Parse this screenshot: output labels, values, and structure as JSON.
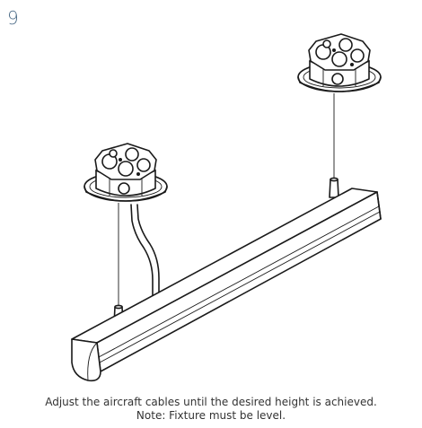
{
  "step": {
    "number": "9"
  },
  "figure": {
    "left_mount_icon": "junction-box-canopy",
    "right_mount_icon": "junction-box-canopy",
    "fixture_icon": "linear-fixture",
    "cable_icon": "aircraft-cable",
    "power_cord_icon": "power-cord"
  },
  "caption": {
    "line1": "Adjust the aircraft cables until the desired height is achieved.",
    "line2": "Note: Fixture must be level."
  },
  "colors": {
    "step_number": "#4a6a86",
    "caption_text": "#333333",
    "line_art": "#1a1a1a"
  }
}
